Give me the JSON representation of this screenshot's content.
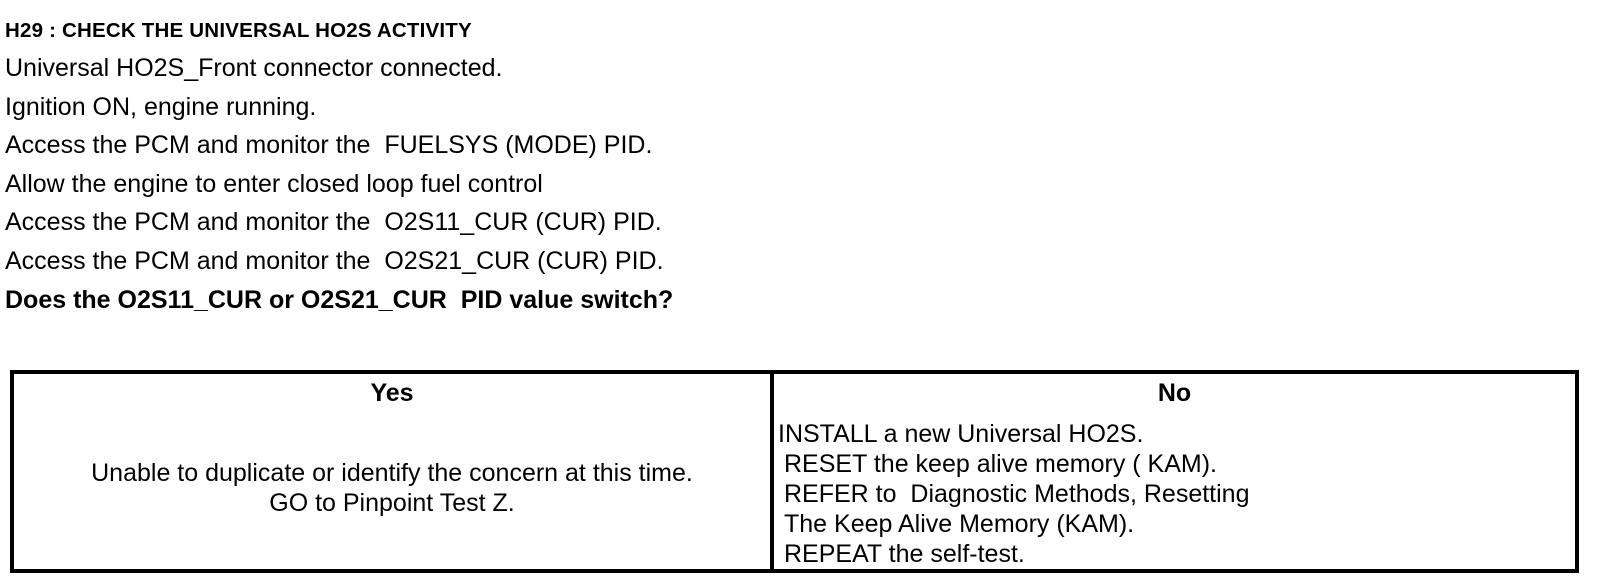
{
  "document": {
    "step_heading": "H29 : CHECK THE UNIVERSAL HO2S ACTIVITY",
    "instructions": [
      "Universal HO2S_Front connector connected.",
      "Ignition ON, engine running.",
      "Access the PCM and monitor the  FUELSYS (MODE) PID.",
      "Allow the engine to enter closed loop fuel control",
      "Access the PCM and monitor the  O2S11_CUR (CUR) PID.",
      "Access the PCM and monitor the  O2S21_CUR (CUR) PID."
    ],
    "question": "Does the O2S11_CUR or O2S21_CUR  PID value switch?"
  },
  "decision_table": {
    "headers": {
      "yes": "Yes",
      "no": "No"
    },
    "yes_actions": [
      "Unable to duplicate or identify the concern at this time.",
      "GO to Pinpoint Test Z."
    ],
    "no_actions": [
      "INSTALL a new Universal HO2S.",
      "RESET the keep alive memory ( KAM).",
      "REFER to  Diagnostic Methods, Resetting",
      "The Keep Alive Memory (KAM).",
      "REPEAT the self-test."
    ]
  },
  "colors": {
    "ink": "#000000",
    "paper": "#ffffff"
  }
}
